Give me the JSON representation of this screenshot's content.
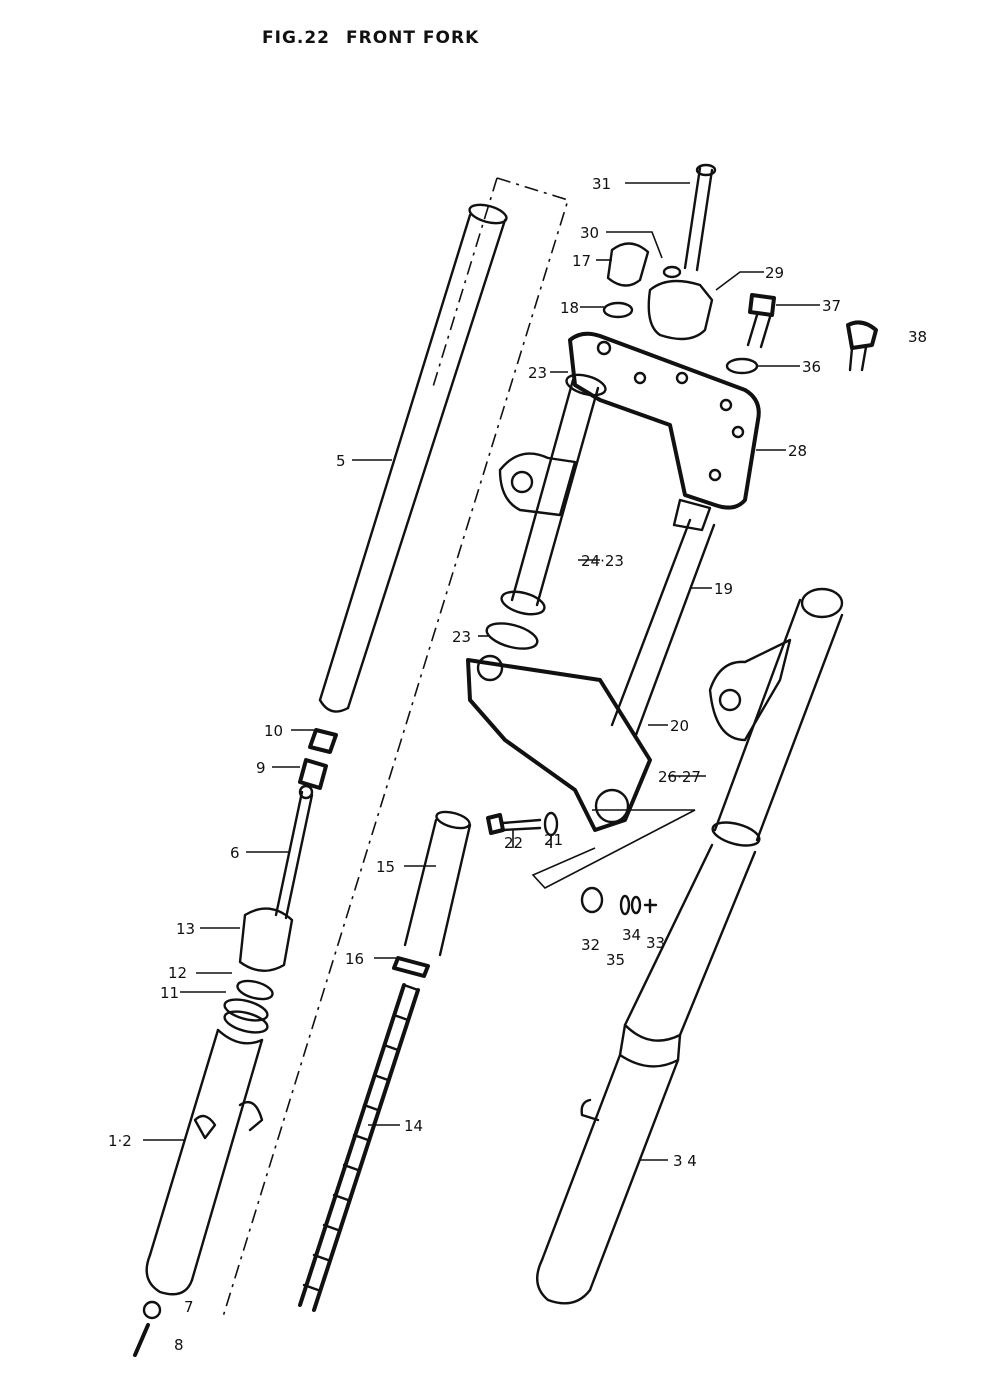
{
  "title": {
    "fig": "FIG.22",
    "name": "FRONT FORK"
  },
  "callouts": [
    {
      "id": "1-2",
      "text": "1·2"
    },
    {
      "id": "3-4",
      "text": "3 4"
    },
    {
      "id": "5",
      "text": "5"
    },
    {
      "id": "6",
      "text": "6"
    },
    {
      "id": "7",
      "text": "7"
    },
    {
      "id": "8",
      "text": "8"
    },
    {
      "id": "9",
      "text": "9"
    },
    {
      "id": "10",
      "text": "10"
    },
    {
      "id": "11",
      "text": "11"
    },
    {
      "id": "12",
      "text": "12"
    },
    {
      "id": "13",
      "text": "13"
    },
    {
      "id": "14",
      "text": "14"
    },
    {
      "id": "15",
      "text": "15"
    },
    {
      "id": "16",
      "text": "16"
    },
    {
      "id": "17",
      "text": "17"
    },
    {
      "id": "18",
      "text": "18"
    },
    {
      "id": "19",
      "text": "19"
    },
    {
      "id": "20",
      "text": "20"
    },
    {
      "id": "21",
      "text": "21"
    },
    {
      "id": "22",
      "text": "22"
    },
    {
      "id": "23a",
      "text": "23"
    },
    {
      "id": "23b",
      "text": "23"
    },
    {
      "id": "24-23",
      "text": "24·23"
    },
    {
      "id": "26-27",
      "text": "26·27"
    },
    {
      "id": "28",
      "text": "28"
    },
    {
      "id": "29",
      "text": "29"
    },
    {
      "id": "30",
      "text": "30"
    },
    {
      "id": "31",
      "text": "31"
    },
    {
      "id": "32",
      "text": "32"
    },
    {
      "id": "33",
      "text": "33"
    },
    {
      "id": "34",
      "text": "34"
    },
    {
      "id": "35",
      "text": "35"
    },
    {
      "id": "36",
      "text": "36"
    },
    {
      "id": "37",
      "text": "37"
    },
    {
      "id": "38",
      "text": "38"
    }
  ]
}
